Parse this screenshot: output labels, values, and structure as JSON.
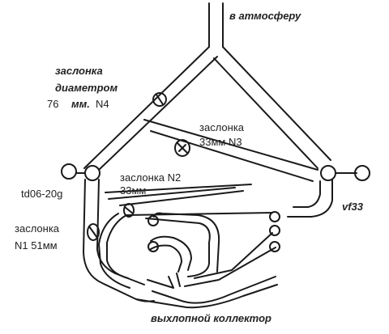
{
  "labels": {
    "atmosphere": "в атмосферу",
    "damper_n4_line1": "заслонка",
    "damper_n4_line2": "диаметром",
    "damper_n4_size": "76",
    "damper_n4_unit": "мм.",
    "damper_n4_id": "N4",
    "damper_n3_line1": "заслонка",
    "damper_n3_line2": "33мм  N3",
    "damper_n2_line1": "заслонка N2",
    "damper_n2_line2": "33мм",
    "turbo_left": "td06-20g",
    "turbo_right": "vf33",
    "damper_n1_line1": "заслонка",
    "damper_n1_line2": "N1 51мм",
    "manifold": "выхлопной коллектор"
  },
  "colors": {
    "stroke": "#1a1a1a",
    "text": "#222222",
    "background": "#ffffff"
  }
}
